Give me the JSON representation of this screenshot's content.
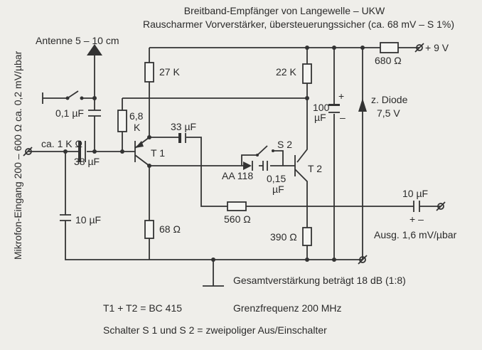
{
  "title": "Breitband-Empfänger von Langewelle – UKW",
  "subtitle": "Rauscharmer Vorverstärker, übersteuerungssicher (ca. 68 mV – S 1%)",
  "input_label": "Mikrofon-Eingang 200 – 600 Ω ca. 0,2 mV/µbar",
  "antenna": "Antenne 5 – 10 cm",
  "supply": "+ 9 V",
  "components": {
    "r680": "680 Ω",
    "r27k": "27 K",
    "r22k": "22 K",
    "c100_a": "100",
    "c100_b": "µF",
    "plus": "+",
    "minus": "–",
    "zener_a": "z. Diode",
    "zener_b": "7,5 V",
    "c01": "0,1 µF",
    "r68k_a": "6,8",
    "r68k_b": "K",
    "c33": "33 µF",
    "t1": "T 1",
    "t2": "T 2",
    "s2": "S 2",
    "r1k": "ca. 1 K Ω",
    "c38": "38 µF",
    "diode": "AA 118",
    "c015_a": "0,15",
    "c015_b": "µF",
    "c10out": "10 µF",
    "c10out_pol": "+ –",
    "r560": "560 Ω",
    "r390": "390 Ω",
    "c10in": "10 µF",
    "r68": "68 Ω"
  },
  "output": "Ausg. 1,6 mV/µbar",
  "notes": {
    "gain": "Gesamtverstärkung beträgt 18 dB (1:8)",
    "transistors": "T1 + T2 = BC 415",
    "cutoff": "Grenzfrequenz 200 MHz",
    "switches": "Schalter S 1 und S 2 = zweipoliger Aus/Einschalter"
  }
}
